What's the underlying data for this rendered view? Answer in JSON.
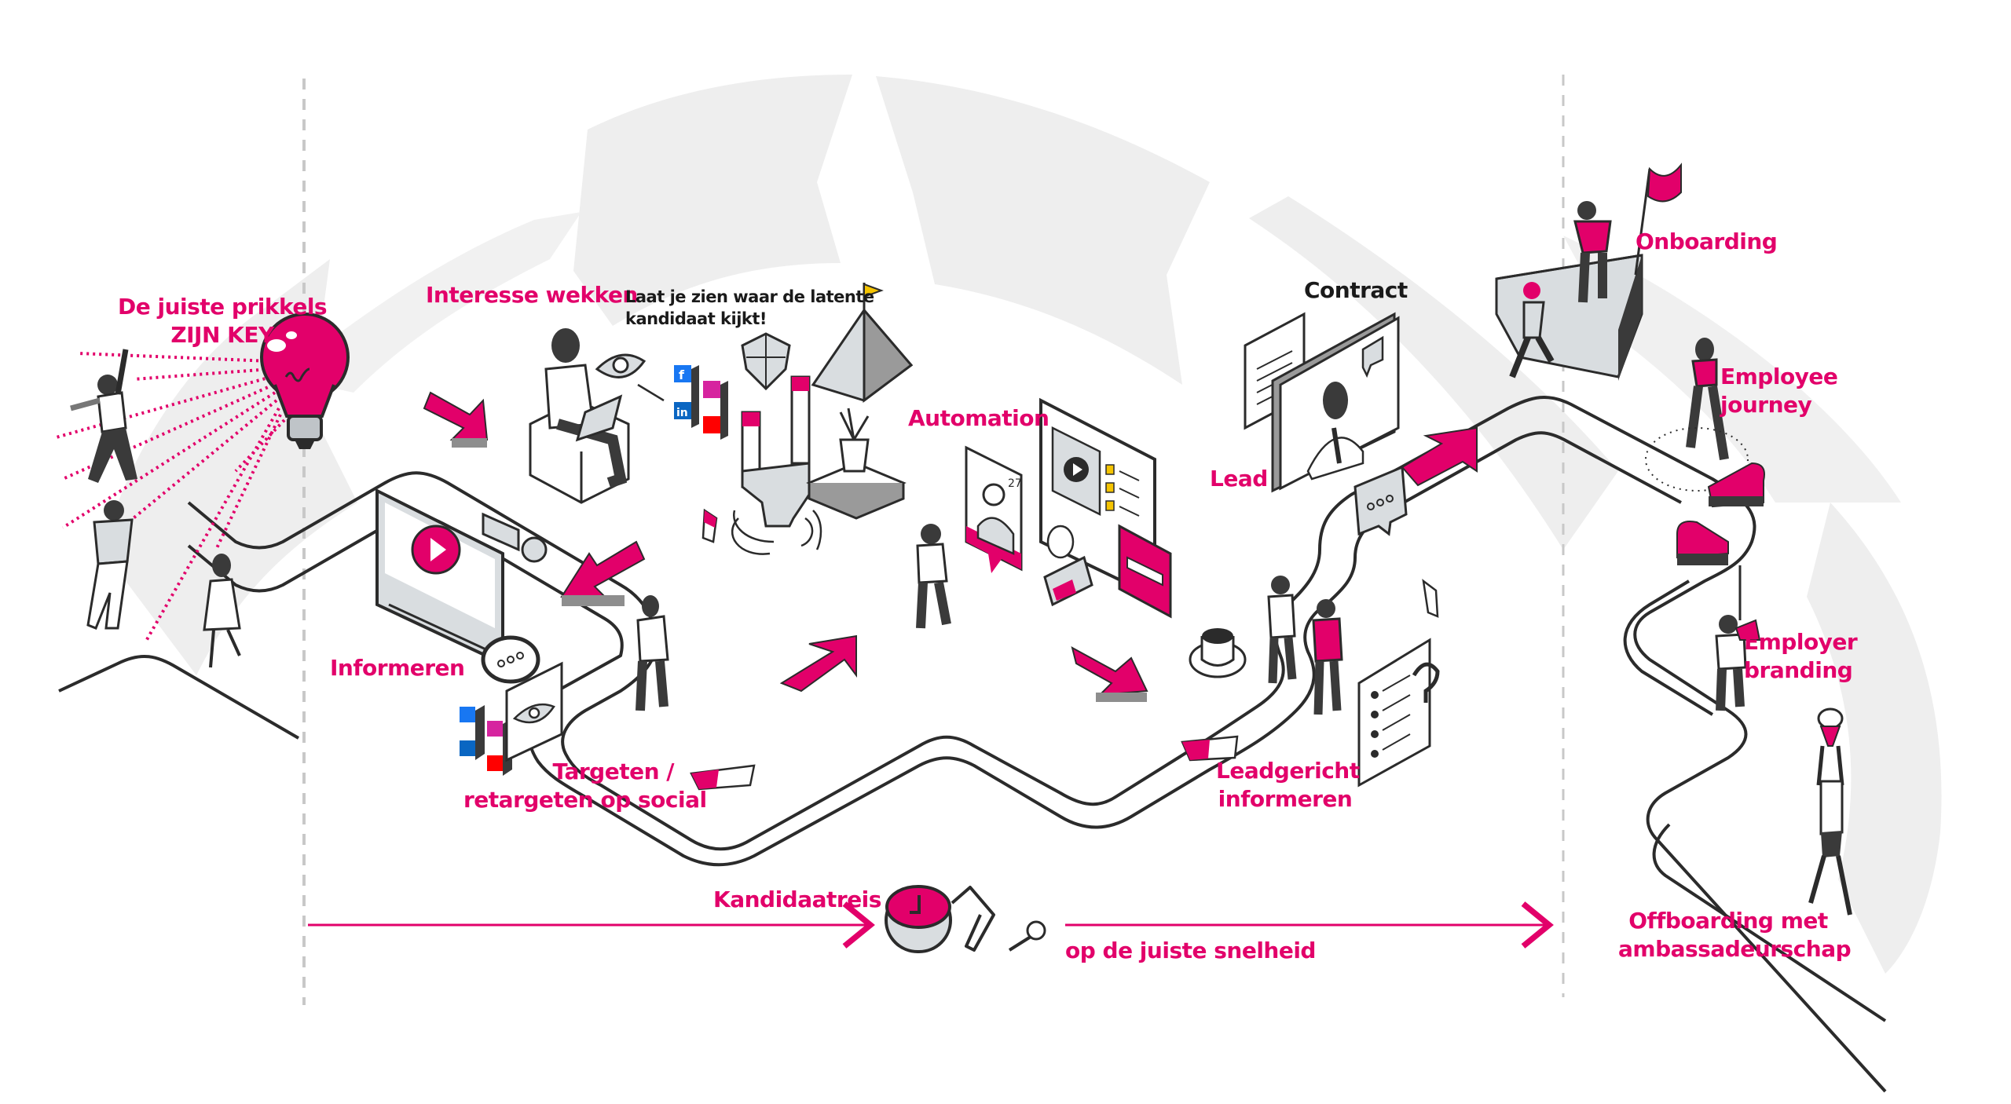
{
  "colors": {
    "accent": "#E2006A",
    "ink": "#2b2b2b",
    "figure_dark": "#3a3a3a",
    "light_grey": "#d9dde0",
    "arch_grey": "#eeeeee",
    "divider": "#c8c8c8",
    "highlight_yellow": "#F5C400"
  },
  "labels": {
    "prikkels": [
      "De juiste prikkels",
      "ZIJN KEY"
    ],
    "interesse": "Interesse wekken",
    "latent": [
      "Laat je zien waar de latente",
      "kandidaat kijkt!"
    ],
    "informeren": "Informeren",
    "targeten": [
      "Targeten /",
      "retargeten op social"
    ],
    "automation": "Automation",
    "contract": "Contract",
    "lead": "Lead",
    "leadgericht": [
      "Leadgericht",
      "informeren"
    ],
    "onboarding": "Onboarding",
    "employee_journey": [
      "Employee",
      "journey"
    ],
    "employer_branding": [
      "Employer",
      "branding"
    ],
    "offboarding": [
      "Offboarding met",
      "ambassadeurschap"
    ],
    "kandidaatreis": "Kandidaatreis",
    "snelheid": "op de juiste snelheid"
  },
  "icons": {
    "social": [
      "facebook-icon",
      "instagram-icon",
      "linkedin-icon",
      "youtube-icon"
    ],
    "profile_card_number": "27"
  }
}
